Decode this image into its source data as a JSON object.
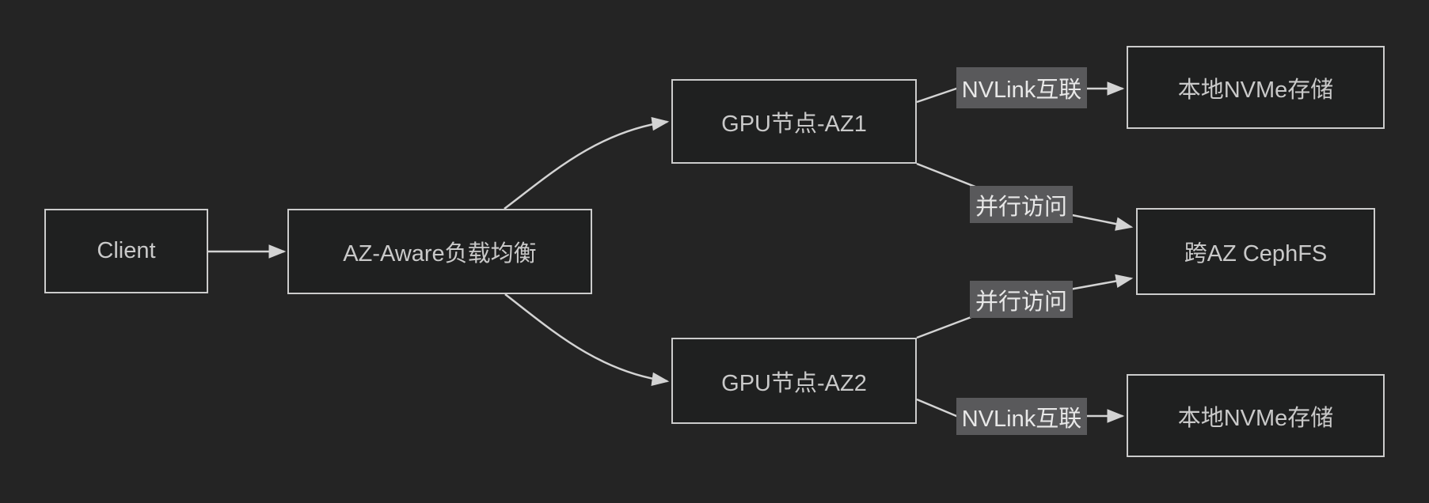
{
  "diagram": {
    "type": "flowchart-LR",
    "background_color": "#242424",
    "node_fill_color": "#1f2020",
    "node_border_color": "#cccccc",
    "node_text_color": "#c9c9c9",
    "edge_line_color": "#d3d3d3",
    "edge_label_bg_color": "#59595b",
    "edge_label_text_color": "#e8e8e8"
  },
  "nodes": [
    {
      "id": "client",
      "label": "Client"
    },
    {
      "id": "lb",
      "label": "AZ-Aware负载均衡"
    },
    {
      "id": "gpu-az1",
      "label": "GPU节点-AZ1"
    },
    {
      "id": "gpu-az2",
      "label": "GPU节点-AZ2"
    },
    {
      "id": "nvme-az1",
      "label": "本地NVMe存储"
    },
    {
      "id": "cephfs",
      "label": "跨AZ CephFS"
    },
    {
      "id": "nvme-az2",
      "label": "本地NVMe存储"
    }
  ],
  "edges": [
    {
      "from": "client",
      "to": "lb",
      "label": ""
    },
    {
      "from": "lb",
      "to": "gpu-az1",
      "label": ""
    },
    {
      "from": "lb",
      "to": "gpu-az2",
      "label": ""
    },
    {
      "from": "gpu-az1",
      "to": "nvme-az1",
      "label": "NVLink互联"
    },
    {
      "from": "gpu-az1",
      "to": "cephfs",
      "label": "并行访问"
    },
    {
      "from": "gpu-az2",
      "to": "cephfs",
      "label": "并行访问"
    },
    {
      "from": "gpu-az2",
      "to": "nvme-az2",
      "label": "NVLink互联"
    }
  ]
}
